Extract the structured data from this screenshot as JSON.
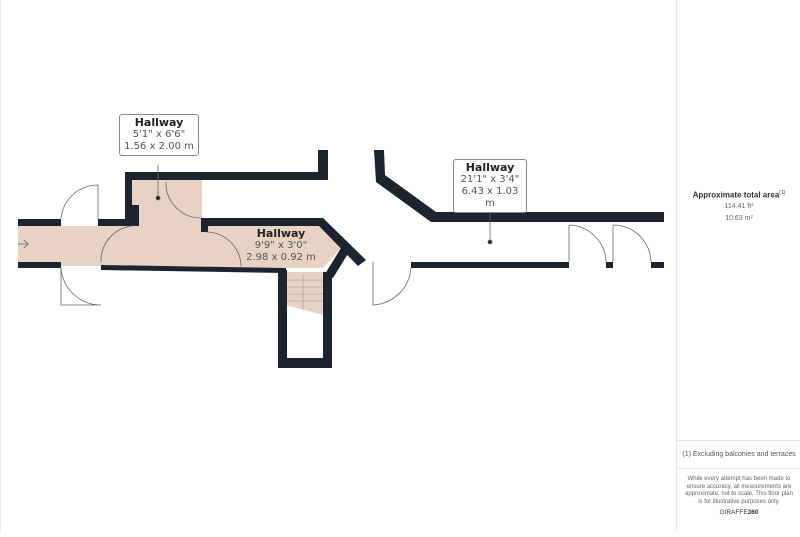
{
  "rooms": [
    {
      "name": "Hallway",
      "imperial": "5'1\" x 6'6\"",
      "metric": "1.56 x 2.00 m"
    },
    {
      "name": "Hallway",
      "imperial": "9'9\" x 3'0\"",
      "metric": "2.98 x 0.92 m"
    },
    {
      "name": "Hallway",
      "imperial": "21'1\" x 3'4\"",
      "metric": "6.43 x 1.03 m"
    }
  ],
  "summary": {
    "title": "Approximate total area",
    "footnote_mark": "(1)",
    "area_ft": "114.41 ft²",
    "area_m": "10.63 m²"
  },
  "footnote": "(1) Excluding balconies and terraces",
  "disclaimer": "While every attempt has been made to ensure accuracy, all measurements are approximate, not to scale. This floor plan is for illustrative purposes only.",
  "brand": {
    "name": "GIRAFFE",
    "suffix": "360"
  },
  "colors": {
    "wall": "#1c2430",
    "floor": "#e8d2c4"
  }
}
